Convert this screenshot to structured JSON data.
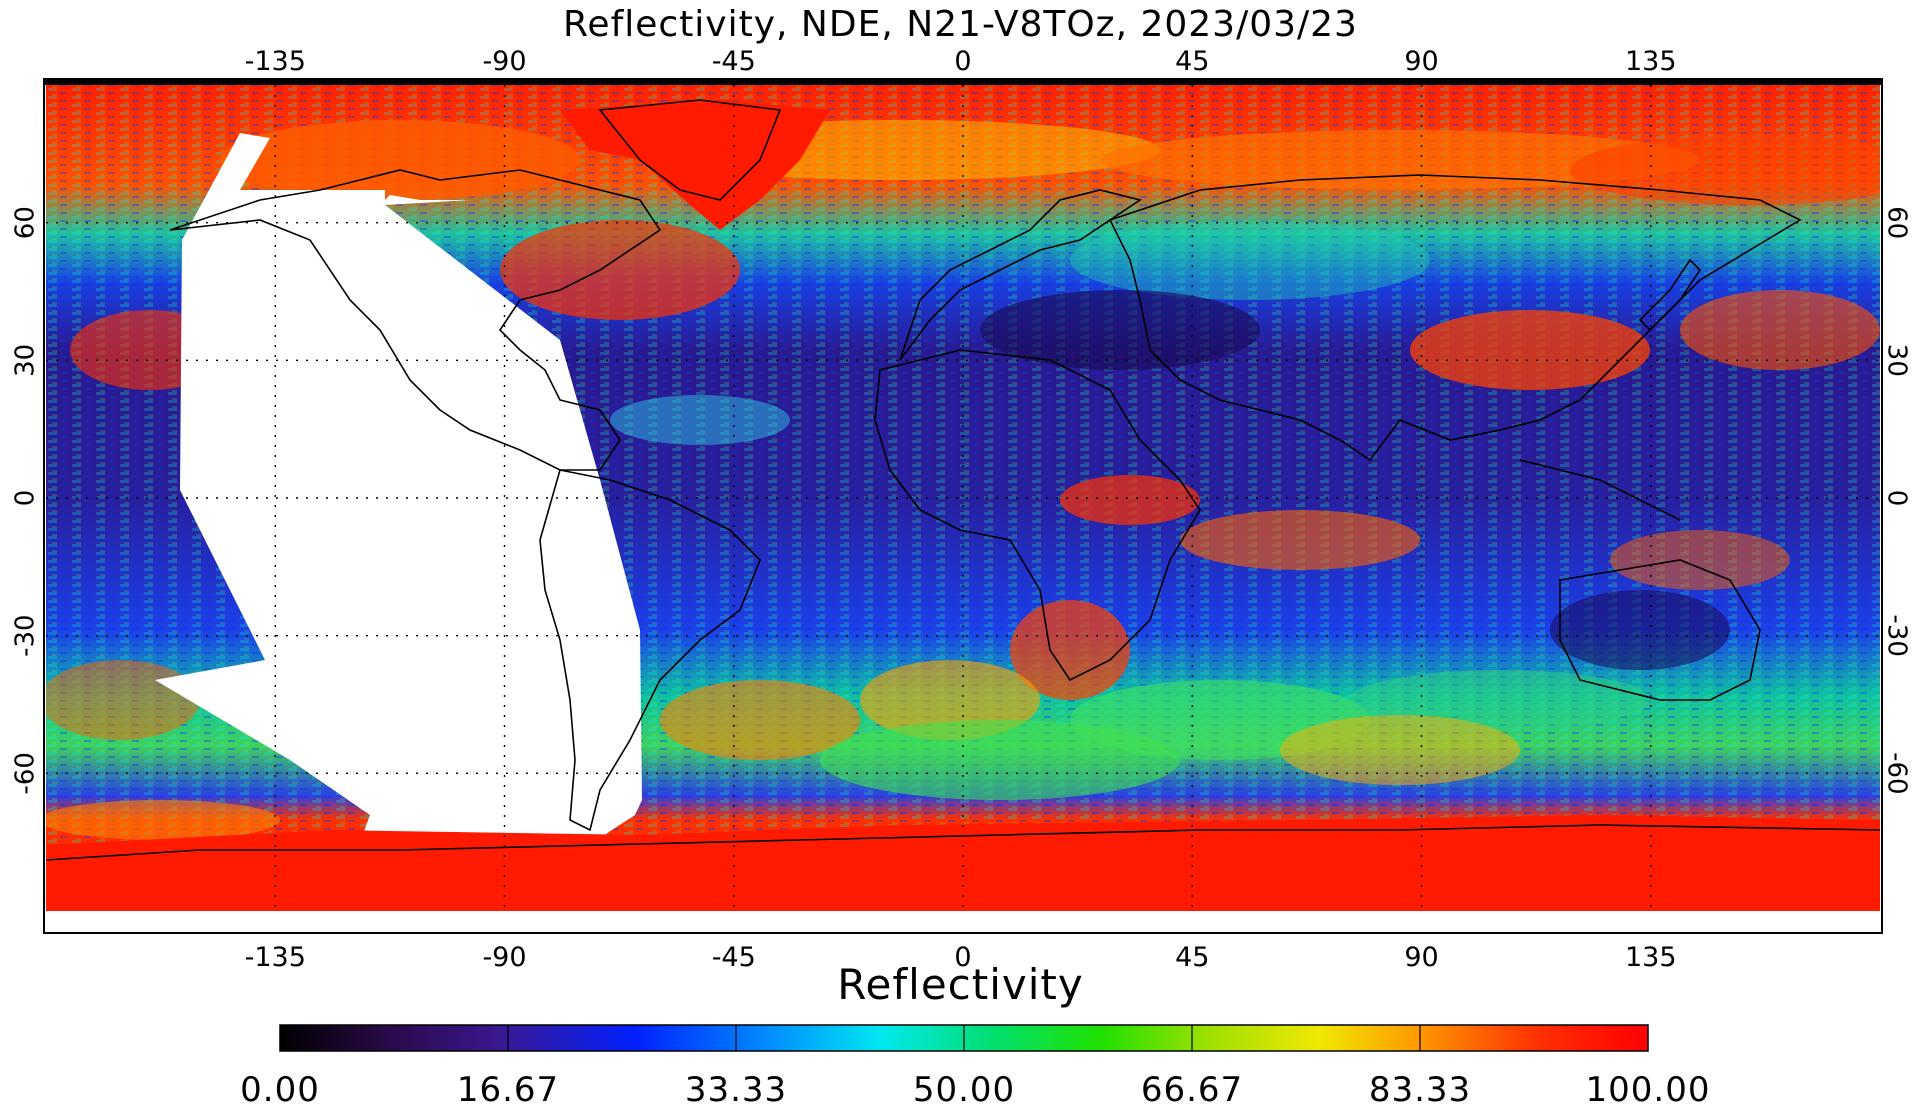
{
  "title": "Reflectivity, NDE, N21-V8TOz, 2023/03/23",
  "map": {
    "projection": "equirectangular",
    "lon_range": [
      -180,
      180
    ],
    "lat_range": [
      -90,
      90
    ],
    "lon_ticks": [
      "-135",
      "-90",
      "-45",
      "0",
      "45",
      "90",
      "135"
    ],
    "lat_ticks": [
      "60",
      "30",
      "0",
      "-30",
      "-60"
    ],
    "gridlines": "dotted",
    "missing_data_region": "white swath over eastern Pacific / Americas",
    "palette_high": "#ff1a00",
    "palette_low": "#3a0a6a",
    "coastline_color": "#000000"
  },
  "colorbar": {
    "title": "Reflectivity",
    "tick_labels": [
      "0.00",
      "16.67",
      "33.33",
      "50.00",
      "66.67",
      "83.33",
      "100.00"
    ],
    "range": [
      0,
      100
    ],
    "palette": "rainbow (black-purple-blue-cyan-green-yellow-orange-red)"
  }
}
